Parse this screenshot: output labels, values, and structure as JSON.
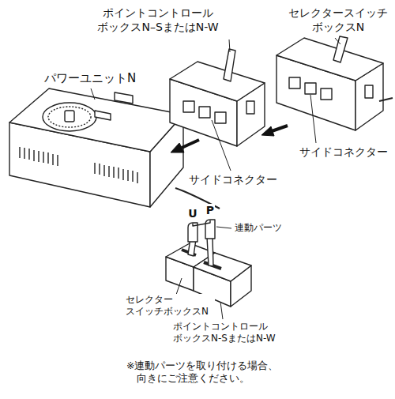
{
  "diagram": {
    "labels": [
      "ポイントコントロール ボックスN–SまたはN-W",
      "セレクタースイッチ ボックスN",
      "パワーユニットN",
      "サイドコネクター",
      "サイドコネクター",
      "U",
      "P",
      "連動パーツ",
      "セレクター スイッチボックスN",
      "ポイントコントロール ボックスN-SまたはN-W",
      "※連動パーツを取り付ける場合、 向きにご注意ください。"
    ]
  }
}
